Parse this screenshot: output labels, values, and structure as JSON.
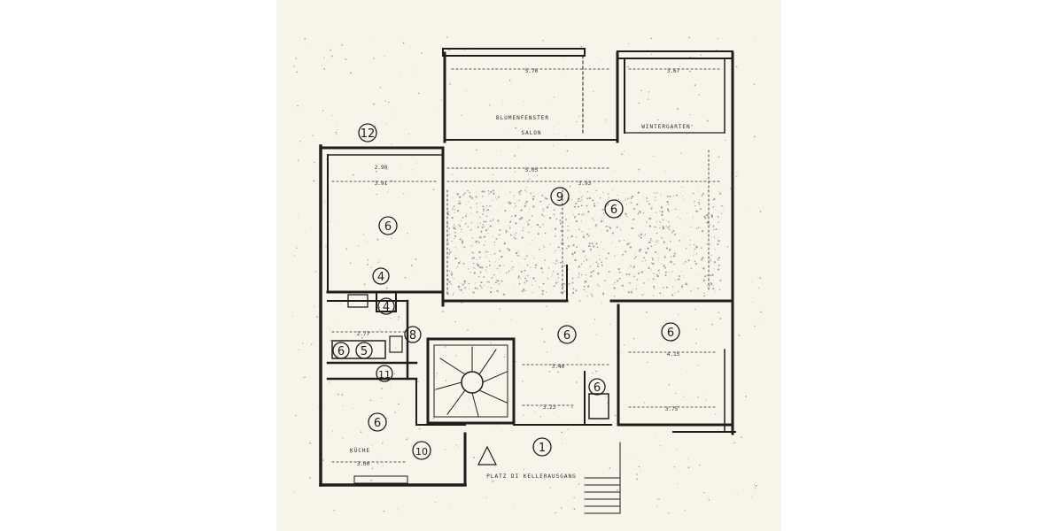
{
  "plan": {
    "room_labels": {
      "salon": "SALON",
      "wintergarten": "WINTERGARTEN",
      "kueche": "KÜCHE",
      "flower_window": "BLUMENFENSTER",
      "stairs_note": "PLATZ DI KELLERAUSGANG"
    },
    "circle_numbers": {
      "n12": "12",
      "n9": "9",
      "n6_top_left": "6",
      "n6_top_right": "6",
      "n6_center": "6",
      "n6_right": "6",
      "n6_small": "6",
      "n6_bottom_left": "6",
      "n6_stack": "6",
      "n5": "5",
      "n4a": "4",
      "n4b": "4",
      "n8": "8",
      "n11": "11",
      "n10": "10",
      "n1": "1"
    },
    "dimensions": {
      "d_top": "5.76",
      "d_top_right": "3.67",
      "d_391": "3.91",
      "d_393": "3.93",
      "d_290": "2.90",
      "d_340": "3.40",
      "d_323": "3.23",
      "d_375": "3.75",
      "d_300": "3.00",
      "d_277": "2.77",
      "d_505": "5.05",
      "d_415": "4.15"
    }
  }
}
